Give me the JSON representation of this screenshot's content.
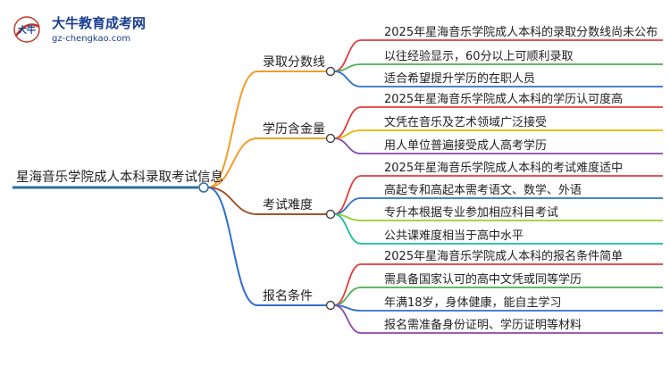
{
  "logo": {
    "title": "大牛教育成考网",
    "url": "gz-chengkao.com",
    "badge": "大牛"
  },
  "root": {
    "label": "星海音乐学院成人本科录取考试信息",
    "color": "#2e6f9e"
  },
  "branches": [
    {
      "label": "录取分数线",
      "color": "#f39c2b",
      "leaves": [
        {
          "label": "2025年星海音乐学院成人本科的录取分数线尚未公布",
          "color": "#e23b3b"
        },
        {
          "label": "以往经验显示，60分以上可顺利录取",
          "color": "#4caf50"
        },
        {
          "label": "适合希望提升学历的在职人员",
          "color": "#2e6fcf"
        }
      ]
    },
    {
      "label": "学历含金量",
      "color": "#f39c2b",
      "leaves": [
        {
          "label": "2025年星海音乐学院成人本科的学历认可度高",
          "color": "#e23b3b"
        },
        {
          "label": "文凭在音乐及艺术领域广泛接受",
          "color": "#f0b400"
        },
        {
          "label": "用人单位普遍接受成人高考学历",
          "color": "#8e44ad"
        }
      ]
    },
    {
      "label": "考试难度",
      "color": "#a0522d",
      "leaves": [
        {
          "label": "2025年星海音乐学院成人本科的考试难度适中",
          "color": "#e23b3b"
        },
        {
          "label": "高起专和高起本需考语文、数学、外语",
          "color": "#2e6fcf"
        },
        {
          "label": "专升本根据专业参加相应科目考试",
          "color": "#9acd32"
        },
        {
          "label": "公共课难度相当于高中水平",
          "color": "#1abc9c"
        }
      ]
    },
    {
      "label": "报名条件",
      "color": "#2e6fcf",
      "leaves": [
        {
          "label": "2025年星海音乐学院成人本科的报名条件简单",
          "color": "#e23b3b"
        },
        {
          "label": "需具备国家认可的高中文凭或同等学历",
          "color": "#4caf50"
        },
        {
          "label": "年满18岁，身体健康，能自主学习",
          "color": "#2e6fcf"
        },
        {
          "label": "报名需准备身份证明、学历证明等材料",
          "color": "#8e44ad"
        }
      ]
    }
  ]
}
